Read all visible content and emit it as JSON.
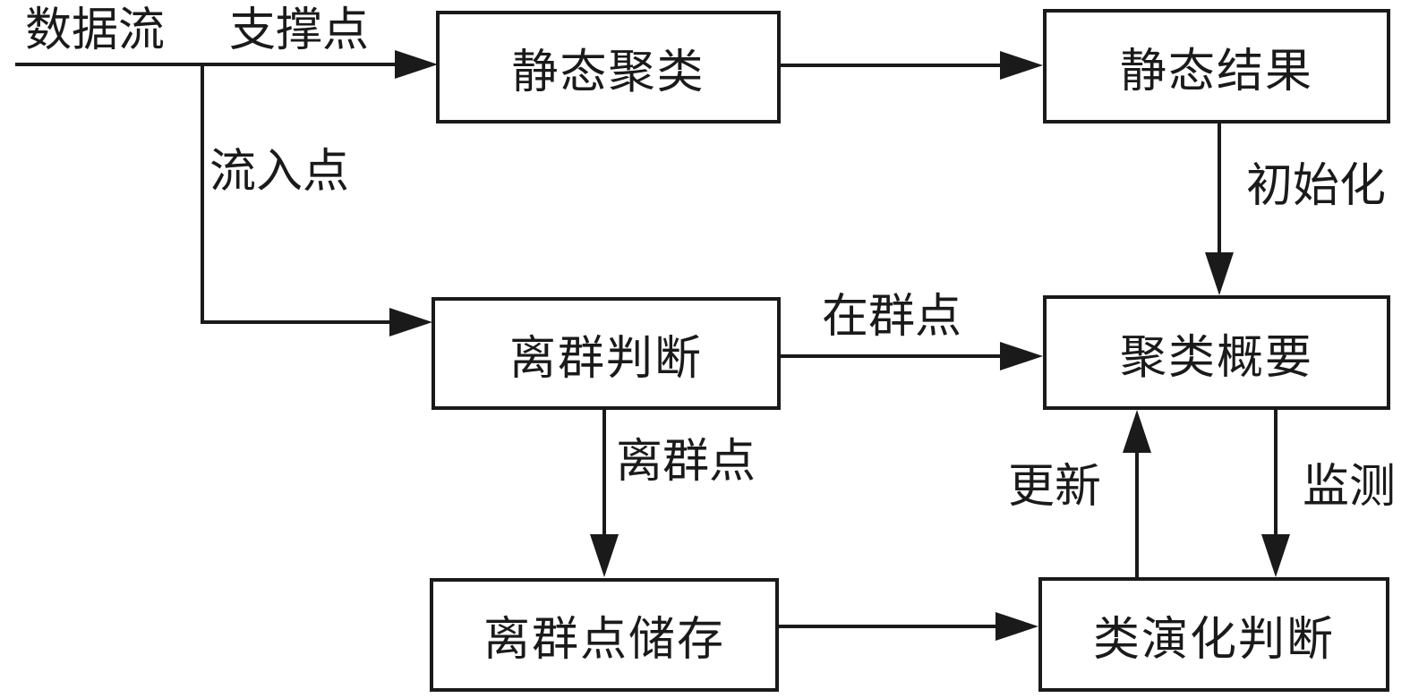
{
  "diagram": {
    "type": "flowchart",
    "colors": {
      "line": "#1a1a1a",
      "background": "#ffffff"
    },
    "nodes": {
      "static_clustering": "静态聚类",
      "static_result": "静态结果",
      "outlier_judgment": "离群判断",
      "cluster_summary": "聚类概要",
      "outlier_storage": "离群点储存",
      "evolution_judgment": "类演化判断"
    },
    "edge_labels": {
      "data_stream": "数据流",
      "support_points": "支撑点",
      "inflow_points": "流入点",
      "initialize": "初始化",
      "inlier_points": "在群点",
      "outlier_points": "离群点",
      "update": "更新",
      "monitor": "监测"
    },
    "edges": [
      {
        "from": "数据流",
        "to": "静态聚类",
        "label": "支撑点"
      },
      {
        "from": "静态聚类",
        "to": "静态结果",
        "label": ""
      },
      {
        "from": "静态结果",
        "to": "聚类概要",
        "label": "初始化"
      },
      {
        "from": "数据流",
        "to": "离群判断",
        "label": "流入点"
      },
      {
        "from": "离群判断",
        "to": "聚类概要",
        "label": "在群点"
      },
      {
        "from": "离群判断",
        "to": "离群点储存",
        "label": "离群点"
      },
      {
        "from": "离群点储存",
        "to": "类演化判断",
        "label": ""
      },
      {
        "from": "类演化判断",
        "to": "聚类概要",
        "label": "更新"
      },
      {
        "from": "聚类概要",
        "to": "类演化判断",
        "label": "监测"
      }
    ]
  }
}
